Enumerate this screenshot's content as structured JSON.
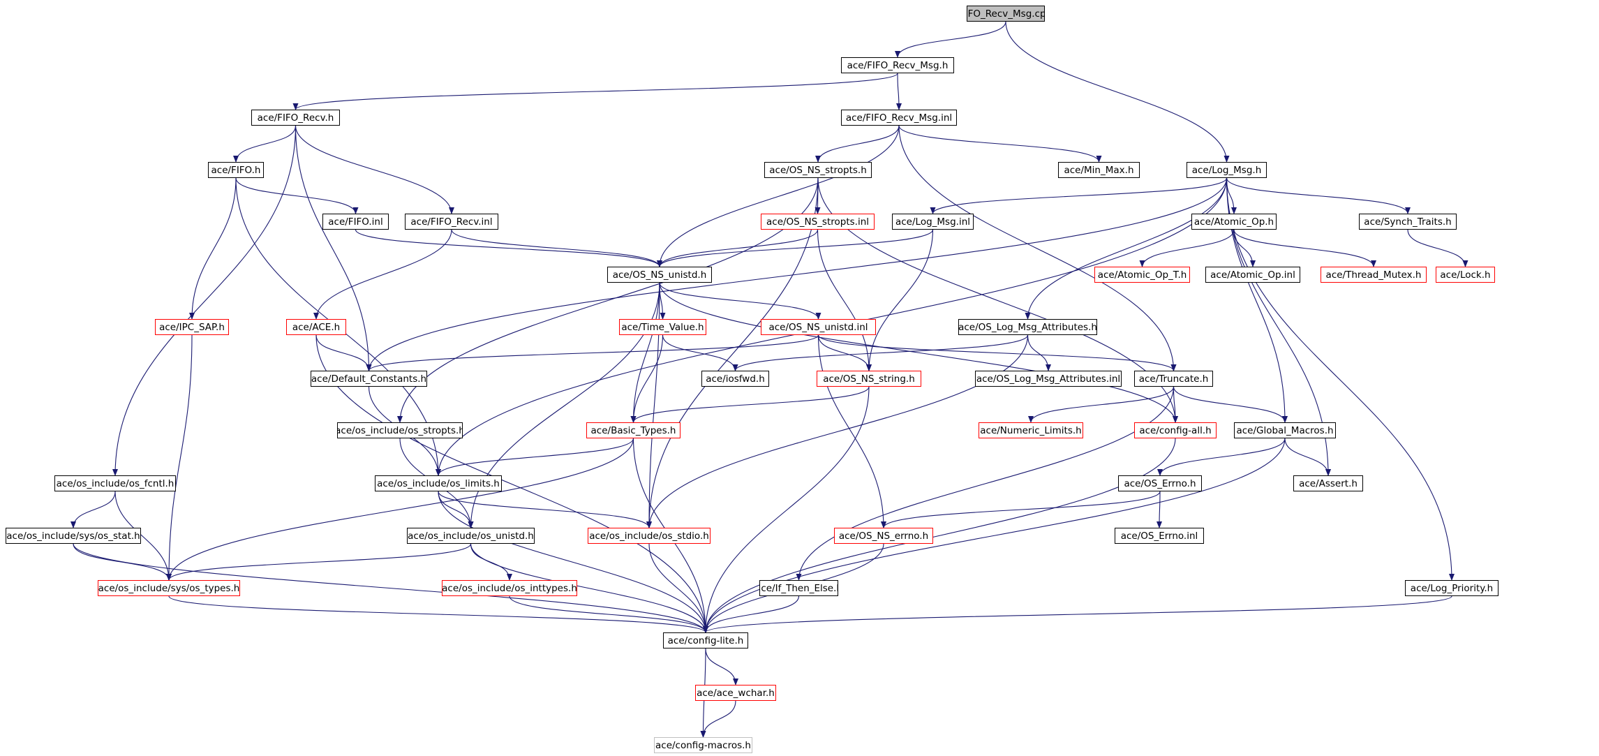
{
  "colors": {
    "edge": "#191970",
    "node_border": "#000000",
    "incomplete_border": "#ff0000",
    "root_fill": "#bfbfbf"
  },
  "nodes": [
    {
      "id": "root",
      "label": "FIFO_Recv_Msg.cpp",
      "style": "root"
    },
    {
      "id": "fifo_recv_msg_h",
      "label": "ace/FIFO_Recv_Msg.h",
      "style": "normal"
    },
    {
      "id": "fifo_recv_h",
      "label": "ace/FIFO_Recv.h",
      "style": "normal"
    },
    {
      "id": "fifo_recv_msg_inl",
      "label": "ace/FIFO_Recv_Msg.inl",
      "style": "normal"
    },
    {
      "id": "fifo_h",
      "label": "ace/FIFO.h",
      "style": "normal"
    },
    {
      "id": "os_ns_stropts_h",
      "label": "ace/OS_NS_stropts.h",
      "style": "normal"
    },
    {
      "id": "min_max_h",
      "label": "ace/Min_Max.h",
      "style": "normal"
    },
    {
      "id": "log_msg_h",
      "label": "ace/Log_Msg.h",
      "style": "normal"
    },
    {
      "id": "fifo_inl",
      "label": "ace/FIFO.inl",
      "style": "normal"
    },
    {
      "id": "fifo_recv_inl",
      "label": "ace/FIFO_Recv.inl",
      "style": "normal"
    },
    {
      "id": "os_ns_stropts_inl",
      "label": "ace/OS_NS_stropts.inl",
      "style": "red"
    },
    {
      "id": "log_msg_inl",
      "label": "ace/Log_Msg.inl",
      "style": "normal"
    },
    {
      "id": "atomic_op_h",
      "label": "ace/Atomic_Op.h",
      "style": "normal"
    },
    {
      "id": "synch_traits_h",
      "label": "ace/Synch_Traits.h",
      "style": "normal"
    },
    {
      "id": "os_ns_unistd_h",
      "label": "ace/OS_NS_unistd.h",
      "style": "normal"
    },
    {
      "id": "atomic_op_t_h",
      "label": "ace/Atomic_Op_T.h",
      "style": "red"
    },
    {
      "id": "atomic_op_inl",
      "label": "ace/Atomic_Op.inl",
      "style": "normal"
    },
    {
      "id": "thread_mutex_h",
      "label": "ace/Thread_Mutex.h",
      "style": "red"
    },
    {
      "id": "lock_h",
      "label": "ace/Lock.h",
      "style": "red"
    },
    {
      "id": "ipc_sap_h",
      "label": "ace/IPC_SAP.h",
      "style": "red"
    },
    {
      "id": "ace_h",
      "label": "ace/ACE.h",
      "style": "red"
    },
    {
      "id": "time_value_h",
      "label": "ace/Time_Value.h",
      "style": "red"
    },
    {
      "id": "os_ns_unistd_inl",
      "label": "ace/OS_NS_unistd.inl",
      "style": "red"
    },
    {
      "id": "os_log_msg_attributes_h",
      "label": "ace/OS_Log_Msg_Attributes.h",
      "style": "normal"
    },
    {
      "id": "default_constants_h",
      "label": "ace/Default_Constants.h",
      "style": "normal"
    },
    {
      "id": "iosfwd_h",
      "label": "ace/iosfwd.h",
      "style": "normal"
    },
    {
      "id": "os_ns_string_h",
      "label": "ace/OS_NS_string.h",
      "style": "red"
    },
    {
      "id": "os_log_msg_attributes_inl",
      "label": "ace/OS_Log_Msg_Attributes.inl",
      "style": "normal"
    },
    {
      "id": "truncate_h",
      "label": "ace/Truncate.h",
      "style": "normal"
    },
    {
      "id": "os_include_os_stropts_h",
      "label": "ace/os_include/os_stropts.h",
      "style": "normal"
    },
    {
      "id": "basic_types_h",
      "label": "ace/Basic_Types.h",
      "style": "red"
    },
    {
      "id": "numeric_limits_h",
      "label": "ace/Numeric_Limits.h",
      "style": "red"
    },
    {
      "id": "config_all_h",
      "label": "ace/config-all.h",
      "style": "red"
    },
    {
      "id": "global_macros_h",
      "label": "ace/Global_Macros.h",
      "style": "normal"
    },
    {
      "id": "os_include_os_fcntl_h",
      "label": "ace/os_include/os_fcntl.h",
      "style": "normal"
    },
    {
      "id": "os_include_os_limits_h",
      "label": "ace/os_include/os_limits.h",
      "style": "normal"
    },
    {
      "id": "os_errno_h",
      "label": "ace/OS_Errno.h",
      "style": "normal"
    },
    {
      "id": "assert_h",
      "label": "ace/Assert.h",
      "style": "normal"
    },
    {
      "id": "os_include_sys_os_stat_h",
      "label": "ace/os_include/sys/os_stat.h",
      "style": "normal"
    },
    {
      "id": "os_include_os_unistd_h",
      "label": "ace/os_include/os_unistd.h",
      "style": "normal"
    },
    {
      "id": "os_include_os_stdio_h",
      "label": "ace/os_include/os_stdio.h",
      "style": "red"
    },
    {
      "id": "os_ns_errno_h",
      "label": "ace/OS_NS_errno.h",
      "style": "red"
    },
    {
      "id": "os_errno_inl",
      "label": "ace/OS_Errno.inl",
      "style": "normal"
    },
    {
      "id": "os_include_sys_os_types_h",
      "label": "ace/os_include/sys/os_types.h",
      "style": "red"
    },
    {
      "id": "os_include_os_inttypes_h",
      "label": "ace/os_include/os_inttypes.h",
      "style": "red"
    },
    {
      "id": "if_then_else_h",
      "label": "ace/If_Then_Else.h",
      "style": "normal"
    },
    {
      "id": "log_priority_h",
      "label": "ace/Log_Priority.h",
      "style": "normal"
    },
    {
      "id": "config_lite_h",
      "label": "ace/config-lite.h",
      "style": "normal"
    },
    {
      "id": "ace_wchar_h",
      "label": "ace/ace_wchar.h",
      "style": "red"
    },
    {
      "id": "config_macros_h",
      "label": "ace/config-macros.h",
      "style": "gray"
    }
  ],
  "edges": [
    [
      "root",
      "fifo_recv_msg_h"
    ],
    [
      "root",
      "log_msg_h"
    ],
    [
      "fifo_recv_msg_h",
      "fifo_recv_h"
    ],
    [
      "fifo_recv_msg_h",
      "fifo_recv_msg_inl"
    ],
    [
      "fifo_recv_h",
      "fifo_h"
    ],
    [
      "fifo_recv_h",
      "fifo_recv_inl"
    ],
    [
      "fifo_recv_h",
      "default_constants_h"
    ],
    [
      "fifo_recv_h",
      "os_include_os_fcntl_h"
    ],
    [
      "fifo_h",
      "fifo_inl"
    ],
    [
      "fifo_h",
      "ipc_sap_h"
    ],
    [
      "fifo_h",
      "os_include_os_limits_h"
    ],
    [
      "fifo_inl",
      "os_ns_unistd_h"
    ],
    [
      "fifo_recv_inl",
      "os_ns_unistd_h"
    ],
    [
      "fifo_recv_inl",
      "ace_h"
    ],
    [
      "fifo_recv_msg_inl",
      "os_ns_stropts_h"
    ],
    [
      "fifo_recv_msg_inl",
      "min_max_h"
    ],
    [
      "fifo_recv_msg_inl",
      "os_ns_unistd_h"
    ],
    [
      "fifo_recv_msg_inl",
      "truncate_h"
    ],
    [
      "os_ns_stropts_h",
      "os_ns_stropts_inl"
    ],
    [
      "os_ns_stropts_h",
      "os_include_os_stropts_h"
    ],
    [
      "os_ns_stropts_h",
      "config_all_h"
    ],
    [
      "os_ns_stropts_h",
      "os_include_os_stdio_h"
    ],
    [
      "os_ns_stropts_inl",
      "os_ns_unistd_h"
    ],
    [
      "os_ns_stropts_inl",
      "os_ns_string_h"
    ],
    [
      "log_msg_h",
      "atomic_op_h"
    ],
    [
      "log_msg_h",
      "synch_traits_h"
    ],
    [
      "log_msg_h",
      "log_msg_inl"
    ],
    [
      "log_msg_h",
      "os_log_msg_attributes_h"
    ],
    [
      "log_msg_h",
      "default_constants_h"
    ],
    [
      "log_msg_h",
      "os_include_os_limits_h"
    ],
    [
      "log_msg_h",
      "global_macros_h"
    ],
    [
      "log_msg_h",
      "assert_h"
    ],
    [
      "log_msg_h",
      "log_priority_h"
    ],
    [
      "log_msg_inl",
      "os_ns_unistd_h"
    ],
    [
      "log_msg_inl",
      "os_ns_string_h"
    ],
    [
      "atomic_op_h",
      "atomic_op_t_h"
    ],
    [
      "atomic_op_h",
      "atomic_op_inl"
    ],
    [
      "atomic_op_h",
      "thread_mutex_h"
    ],
    [
      "synch_traits_h",
      "lock_h"
    ],
    [
      "os_ns_unistd_h",
      "time_value_h"
    ],
    [
      "os_ns_unistd_h",
      "os_ns_unistd_inl"
    ],
    [
      "os_ns_unistd_h",
      "basic_types_h"
    ],
    [
      "os_ns_unistd_h",
      "os_include_os_unistd_h"
    ],
    [
      "os_ns_unistd_h",
      "os_include_os_stdio_h"
    ],
    [
      "os_ns_unistd_h",
      "config_all_h"
    ],
    [
      "time_value_h",
      "iosfwd_h"
    ],
    [
      "time_value_h",
      "basic_types_h"
    ],
    [
      "os_ns_unistd_inl",
      "default_constants_h"
    ],
    [
      "os_ns_unistd_inl",
      "os_ns_string_h"
    ],
    [
      "os_ns_unistd_inl",
      "truncate_h"
    ],
    [
      "os_ns_unistd_inl",
      "os_ns_errno_h"
    ],
    [
      "os_log_msg_attributes_h",
      "iosfwd_h"
    ],
    [
      "os_log_msg_attributes_h",
      "os_log_msg_attributes_inl"
    ],
    [
      "os_log_msg_attributes_h",
      "os_include_os_stdio_h"
    ],
    [
      "ace_h",
      "default_constants_h"
    ],
    [
      "ace_h",
      "config_lite_h"
    ],
    [
      "ipc_sap_h",
      "os_include_sys_os_types_h"
    ],
    [
      "default_constants_h",
      "os_include_os_limits_h"
    ],
    [
      "os_ns_string_h",
      "basic_types_h"
    ],
    [
      "os_ns_string_h",
      "config_lite_h"
    ],
    [
      "truncate_h",
      "numeric_limits_h"
    ],
    [
      "truncate_h",
      "config_all_h"
    ],
    [
      "truncate_h",
      "global_macros_h"
    ],
    [
      "truncate_h",
      "if_then_else_h"
    ],
    [
      "os_include_os_stropts_h",
      "os_include_os_unistd_h"
    ],
    [
      "basic_types_h",
      "os_include_os_limits_h"
    ],
    [
      "basic_types_h",
      "os_include_sys_os_types_h"
    ],
    [
      "basic_types_h",
      "config_lite_h"
    ],
    [
      "config_all_h",
      "config_lite_h"
    ],
    [
      "global_macros_h",
      "os_errno_h"
    ],
    [
      "global_macros_h",
      "assert_h"
    ],
    [
      "global_macros_h",
      "config_lite_h"
    ],
    [
      "os_include_os_fcntl_h",
      "os_include_sys_os_stat_h"
    ],
    [
      "os_include_os_fcntl_h",
      "os_include_sys_os_types_h"
    ],
    [
      "os_include_os_limits_h",
      "os_include_os_unistd_h"
    ],
    [
      "os_include_os_limits_h",
      "os_include_os_stdio_h"
    ],
    [
      "os_include_os_limits_h",
      "config_lite_h"
    ],
    [
      "os_errno_h",
      "os_errno_inl"
    ],
    [
      "os_errno_h",
      "os_ns_errno_h"
    ],
    [
      "os_include_sys_os_stat_h",
      "os_include_sys_os_types_h"
    ],
    [
      "os_include_sys_os_stat_h",
      "config_lite_h"
    ],
    [
      "os_include_os_unistd_h",
      "os_include_sys_os_types_h"
    ],
    [
      "os_include_os_unistd_h",
      "os_include_os_inttypes_h"
    ],
    [
      "os_include_os_unistd_h",
      "config_lite_h"
    ],
    [
      "os_include_os_stdio_h",
      "config_lite_h"
    ],
    [
      "os_ns_errno_h",
      "config_lite_h"
    ],
    [
      "os_include_sys_os_types_h",
      "config_lite_h"
    ],
    [
      "os_include_os_inttypes_h",
      "config_lite_h"
    ],
    [
      "if_then_else_h",
      "config_lite_h"
    ],
    [
      "log_priority_h",
      "config_lite_h"
    ],
    [
      "config_lite_h",
      "ace_wchar_h"
    ],
    [
      "config_lite_h",
      "config_macros_h"
    ],
    [
      "ace_wchar_h",
      "config_macros_h"
    ]
  ]
}
